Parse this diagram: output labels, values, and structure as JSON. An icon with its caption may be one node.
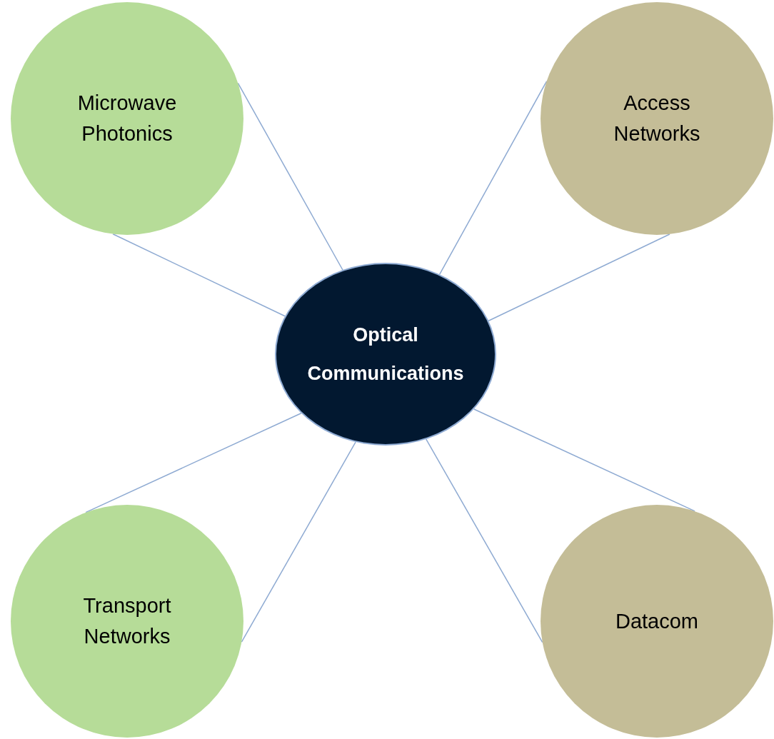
{
  "diagram": {
    "nodes": [
      {
        "text": [
          "Microwave Photonics"
        ]
      },
      {
        "text": [
          "Access Networks"
        ]
      },
      {
        "text": [
          "Optical Communications"
        ]
      },
      {
        "text": [
          "Transport Networks"
        ]
      },
      {
        "text": [
          "Datacom"
        ]
      }
    ],
    "edges": [
      {
        "from": 0,
        "to": 2,
        "arrow": "none"
      },
      {
        "from": 0,
        "to": 2,
        "arrow": "none"
      },
      {
        "from": 1,
        "to": 2,
        "arrow": "none"
      },
      {
        "from": 1,
        "to": 2,
        "arrow": "none"
      },
      {
        "from": 3,
        "to": 2,
        "arrow": "none"
      },
      {
        "from": 3,
        "to": 2,
        "arrow": "none"
      },
      {
        "from": 4,
        "to": 2,
        "arrow": "none"
      },
      {
        "from": 4,
        "to": 2,
        "arrow": "none"
      }
    ]
  }
}
